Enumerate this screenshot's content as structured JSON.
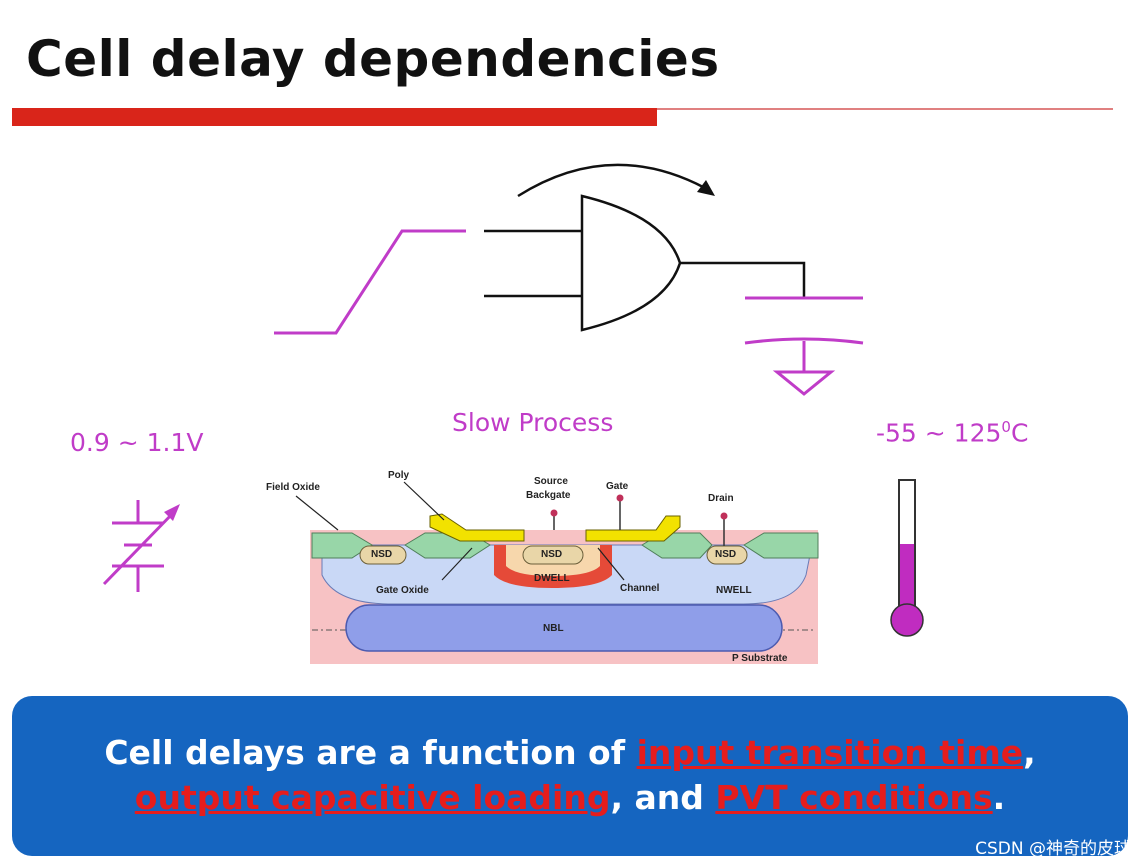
{
  "slide": {
    "title": "Cell delay dependencies"
  },
  "labels": {
    "voltage": "0.9 ~ 1.1V",
    "process": "Slow Process",
    "temperature_prefix": "-55 ~ 125",
    "temperature_sup": "0",
    "temperature_unit": "C"
  },
  "cross_section": {
    "field_oxide": "Field Oxide",
    "poly": "Poly",
    "source_backgate_1": "Source",
    "source_backgate_2": "Backgate",
    "gate": "Gate",
    "drain": "Drain",
    "nsd_left": "NSD",
    "nsd_mid": "NSD",
    "nsd_right": "NSD",
    "dwell": "DWELL",
    "gate_oxide": "Gate Oxide",
    "channel": "Channel",
    "nwell": "NWELL",
    "nbl": "NBL",
    "p_substrate": "P Substrate"
  },
  "banner": {
    "part1": "Cell delays are a function of ",
    "highlight1": "input transition time",
    "part2": ",",
    "highlight2": "output capacitive loading",
    "part3": ", and ",
    "highlight3": "PVT conditions",
    "part4": "."
  },
  "watermark": "CSDN @神奇的皮球",
  "colors": {
    "accent_red": "#d9251a",
    "magenta": "#c03cc8",
    "banner_blue": "#1565c0",
    "highlight_red": "#e51d1d"
  }
}
